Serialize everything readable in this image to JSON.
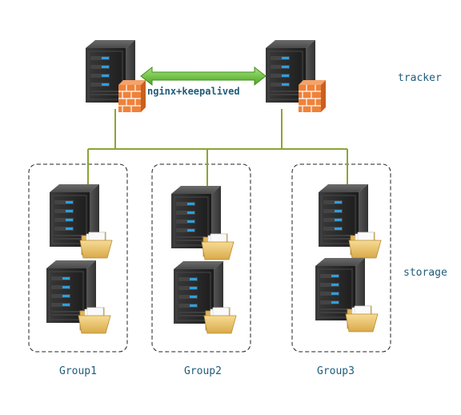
{
  "labels": {
    "tracker": "tracker",
    "storage": "storage",
    "link": "nginx+keepalived"
  },
  "groups": [
    {
      "label": "Group1"
    },
    {
      "label": "Group2"
    },
    {
      "label": "Group3"
    }
  ],
  "colors": {
    "link_line": "#8aa536",
    "arrow": "#6fc23a",
    "label_text": "#1f5c7a",
    "server_dark": "#2b2b2b",
    "server_led": "#2e9fe0",
    "firewall": "#f0823a",
    "folder": "#f0c96a"
  },
  "icons": [
    "server-icon",
    "firewall-icon",
    "folder-icon",
    "double-arrow-icon"
  ]
}
